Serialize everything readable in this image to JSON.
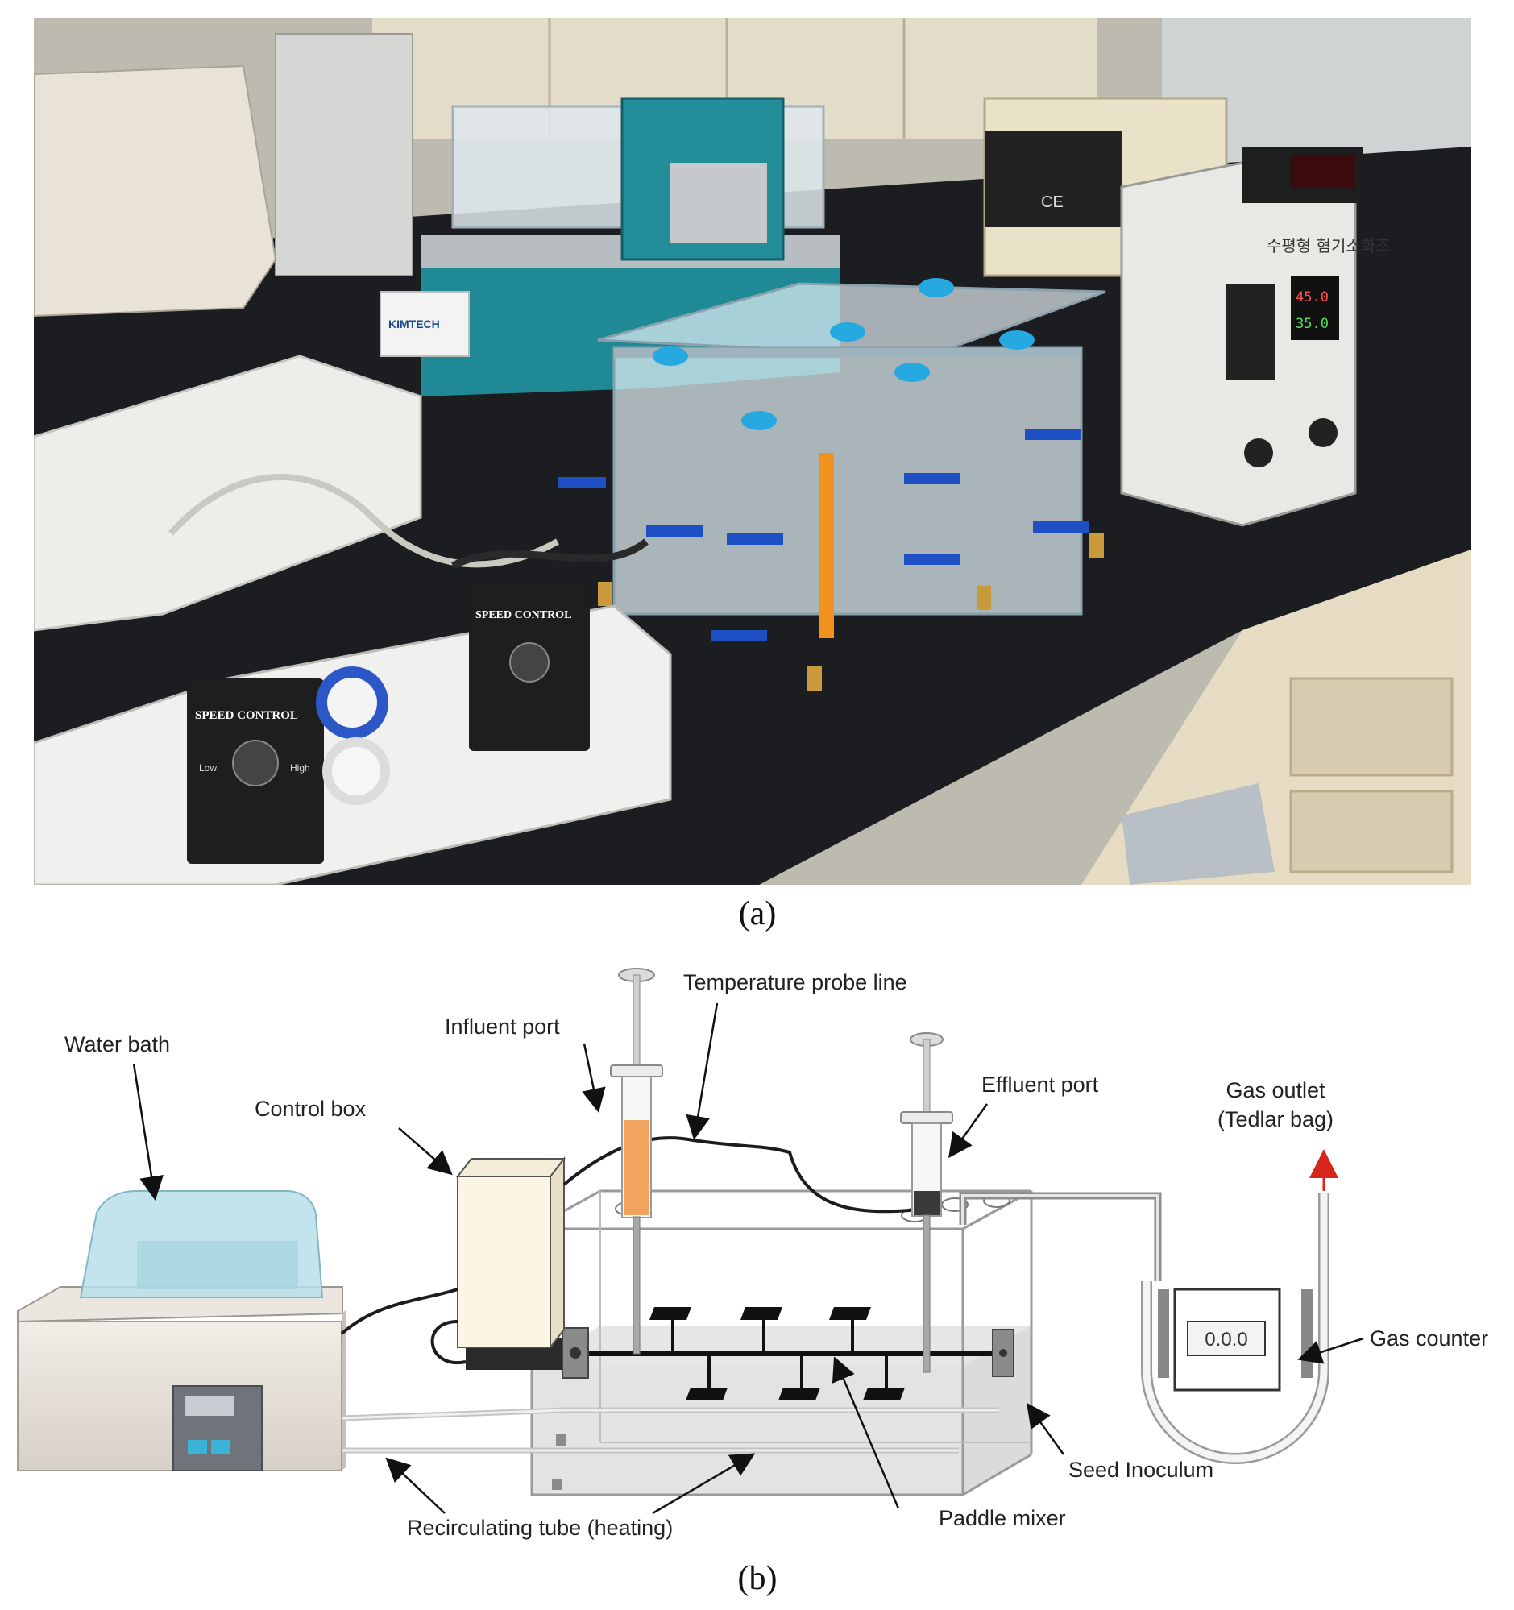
{
  "panels": [
    {
      "id": "a",
      "caption": "(a)",
      "content": "photo"
    },
    {
      "id": "b",
      "caption": "(b)",
      "content": "schematic"
    }
  ],
  "photo_text": {
    "speed_control_1": "SPEED CONTROL",
    "speed_control_2": "SPEED CONTROL",
    "knob_low": "Low",
    "knob_high": "High",
    "tissue_box_brand": "KIMTECH",
    "panel_title_korean": "수평형 혐기소화조",
    "display_top": "45.0",
    "display_bottom": "35.0",
    "ce_mark": "CE"
  },
  "diagram": {
    "labels": {
      "water_bath": "Water bath",
      "control_box": "Control box",
      "influent_port": "Influent port",
      "temperature_probe_line": "Temperature probe line",
      "effluent_port": "Effluent port",
      "gas_outlet_line1": "Gas outlet",
      "gas_outlet_line2": "(Tedlar bag)",
      "gas_counter": "Gas counter",
      "seed_inoculum": "Seed Inoculum",
      "paddle_mixer": "Paddle mixer",
      "recirculating_tube": "Recirculating tube (heating)"
    },
    "gas_counter_display": "0.0.0"
  },
  "colors": {
    "arrow": "#111111",
    "gas_outlet_arrow": "#d9261c",
    "syringe_fill_influent": "#f2a35e",
    "syringe_fill_effluent": "#3a3a3a",
    "bench_top": "#1b1d20",
    "cabinet": "#e6dcc4",
    "teal_device": "#1f8a96",
    "valve_blue": "#1f4fc4"
  }
}
